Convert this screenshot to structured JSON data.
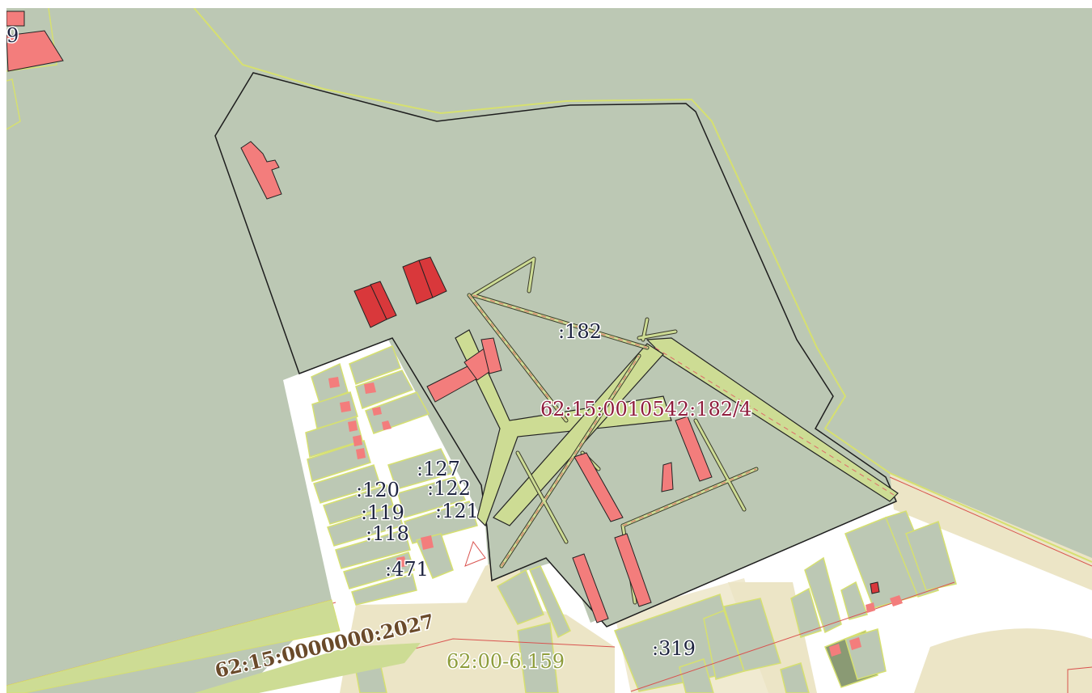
{
  "map": {
    "labels": {
      "corner_9": "9",
      "parcel_182": ":182",
      "cadastral_182_4": "62:15:0010542:182/4",
      "parcel_127": ":127",
      "parcel_120": ":120",
      "parcel_122": ":122",
      "parcel_119": ":119",
      "parcel_121": ":121",
      "parcel_118": ":118",
      "parcel_471": ":471",
      "cadastral_2027": "62:15:0000000:2027",
      "zone_6159": "62:00-6.159",
      "parcel_319": ":319"
    },
    "colors": {
      "parcel_fill": "#bcc8b4",
      "building_pink": "#f37d7c",
      "building_red": "#d9383b",
      "road_green": "#cddc94",
      "zone_beige": "#ece5c6",
      "outline_yellow": "#d6e070",
      "label_dark": "#1e2440",
      "label_cadastral": "#8f1e3d",
      "label_brown": "#6a4a2a",
      "label_olive": "#8e9d3c"
    }
  }
}
